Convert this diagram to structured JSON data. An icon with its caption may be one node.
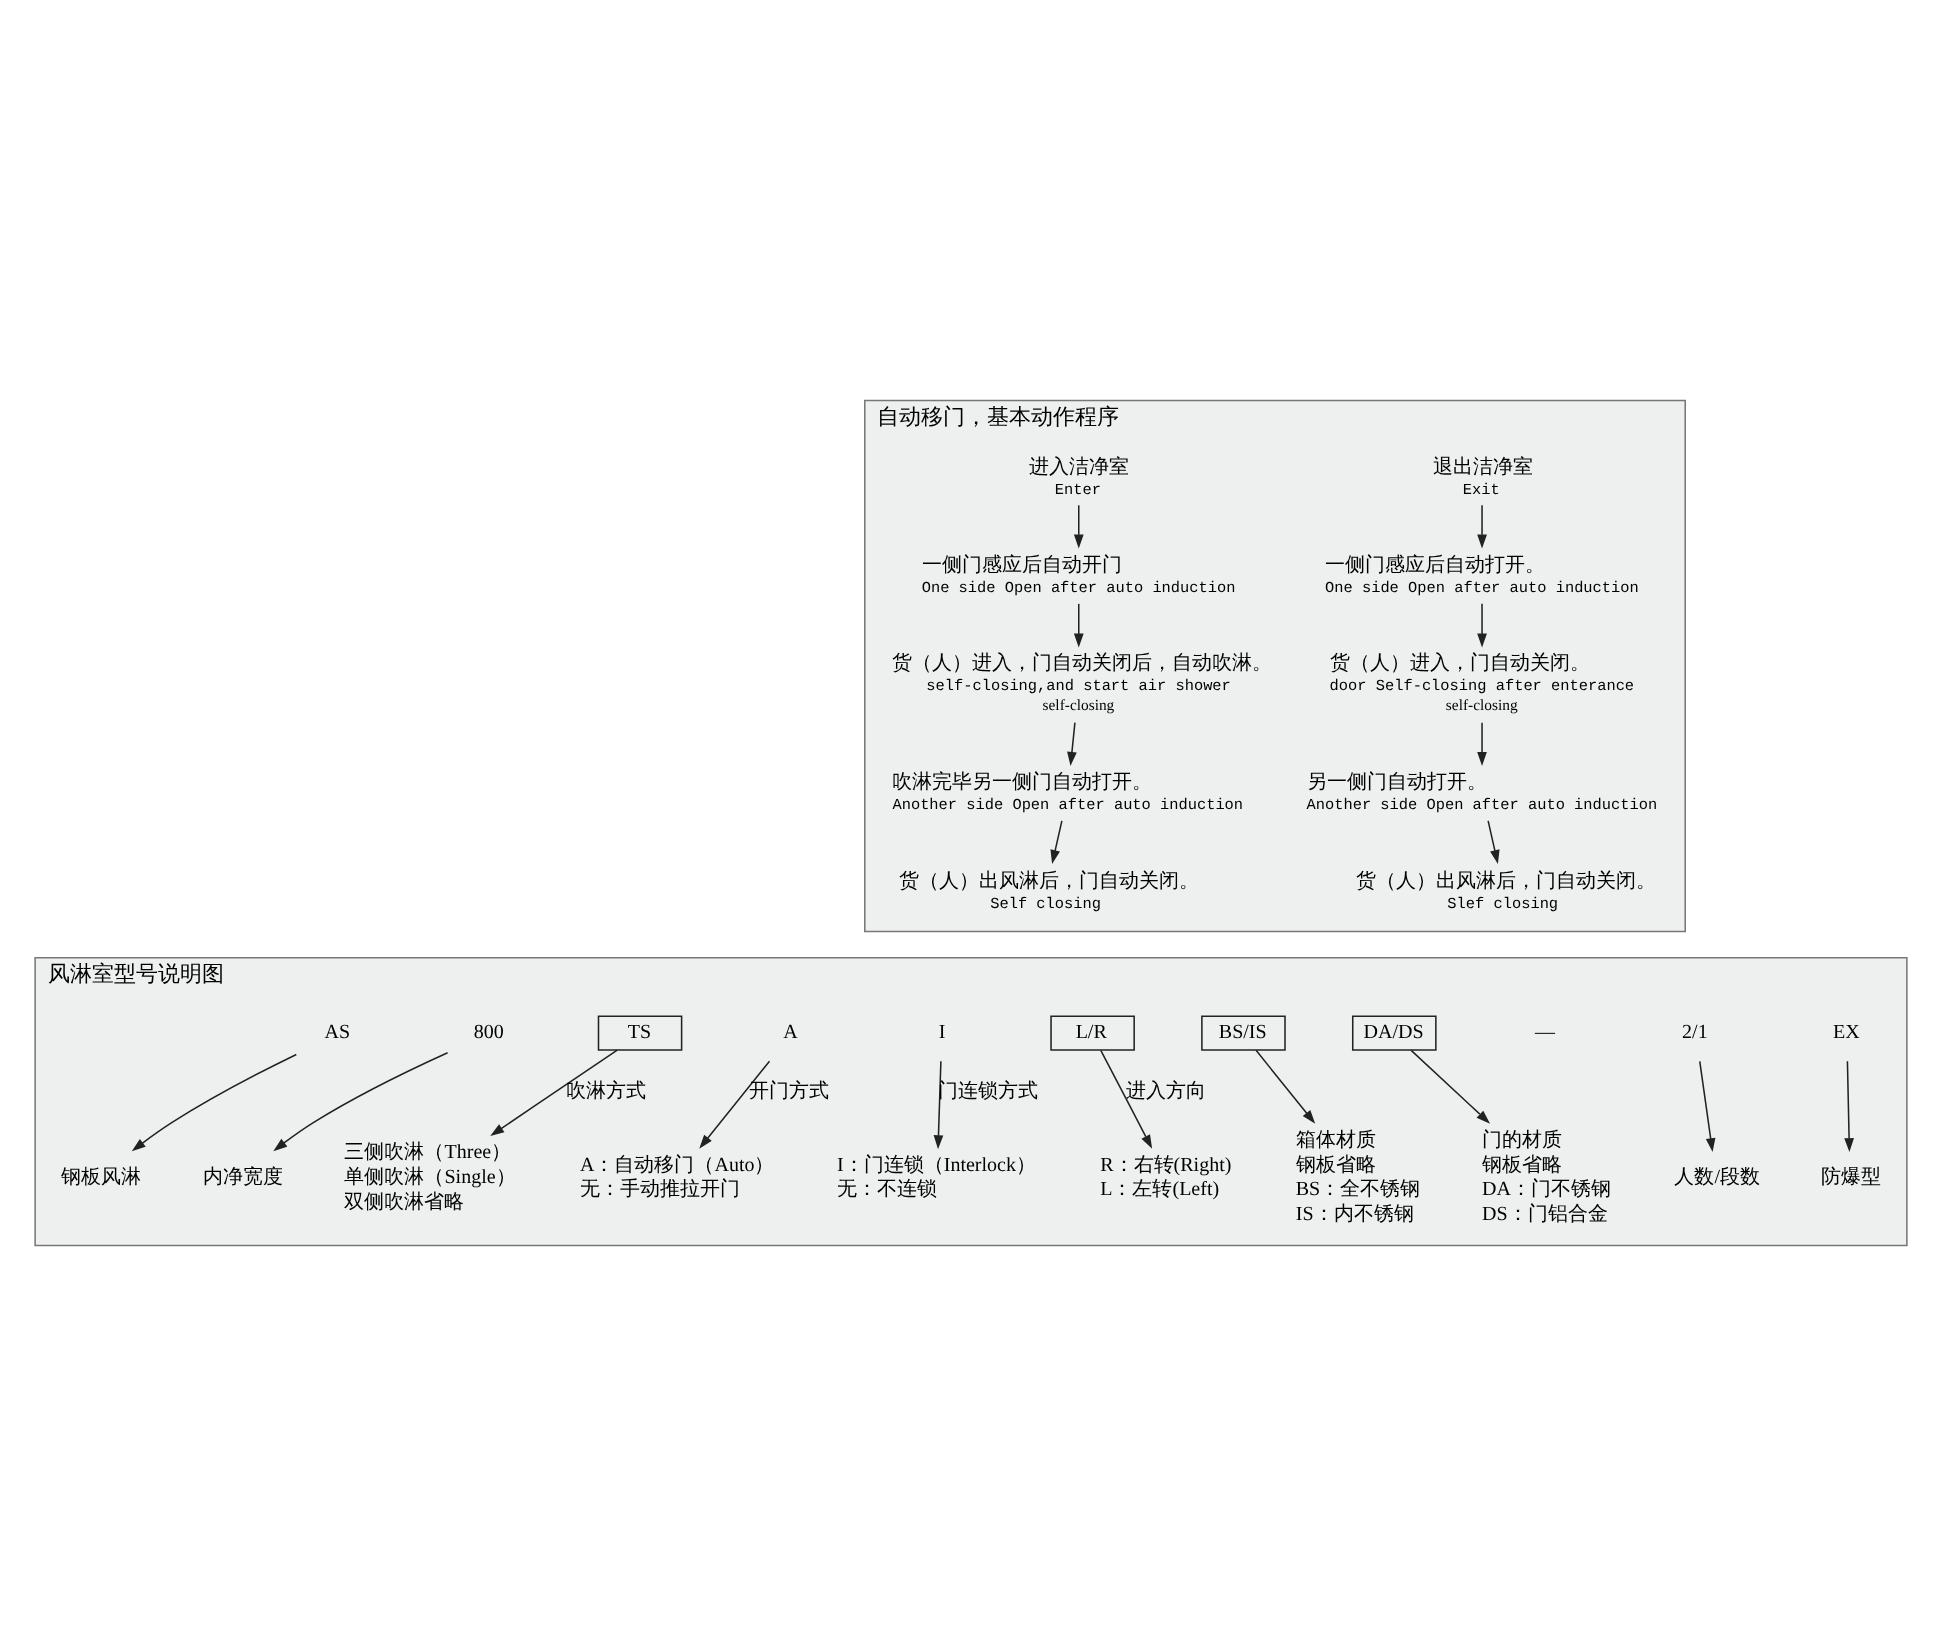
{
  "diagram": {
    "nodes": [
      {
        "text": [
          "自动移门，基本动作程序"
        ]
      },
      {
        "text": [
          "进入洁净室",
          "Enter"
        ],
        "in": 0
      },
      {
        "text": [
          "一侧门感应后自动开门",
          "One side Open after auto induction"
        ],
        "in": 0
      },
      {
        "text": [
          "货（人）进入，门自动关闭后，自动吹淋。",
          "self-closing,and start air shower"
        ],
        "beside": [
          "self-closing"
        ],
        "in": 0
      },
      {
        "text": [
          "吹淋完毕另一侧门自动打开。",
          "Another side Open after auto induction"
        ],
        "in": 0
      },
      {
        "text": [
          "货（人）出风淋后，门自动关闭。",
          "Self closing"
        ],
        "in": 0
      },
      {
        "text": [
          "退出洁净室",
          "Exit"
        ],
        "in": 0
      },
      {
        "text": [
          "一侧门感应后自动打开。",
          "One side Open after auto induction"
        ],
        "in": 0
      },
      {
        "text": [
          "货（人）进入，门自动关闭。",
          "door Self-closing after enterance"
        ],
        "beside": [
          "self-closing"
        ],
        "in": 0
      },
      {
        "text": [
          "另一侧门自动打开。",
          "Another side Open after auto induction"
        ],
        "in": 0
      },
      {
        "text": [
          "货（人）出风淋后，门自动关闭。",
          "Slef closing"
        ],
        "in": 0
      },
      {
        "text": [
          "风淋室型号说明图"
        ]
      },
      {
        "text": [
          "AS"
        ],
        "in": 11
      },
      {
        "text": [
          "800"
        ],
        "in": 11
      },
      {
        "text": [
          "TS"
        ],
        "in": 11
      },
      {
        "text": [
          "A"
        ],
        "in": 11
      },
      {
        "text": [
          "I"
        ],
        "in": 11
      },
      {
        "text": [
          "L/R"
        ],
        "in": 11
      },
      {
        "text": [
          "BS/IS"
        ],
        "in": 11
      },
      {
        "text": [
          "DA/DS"
        ],
        "in": 11
      },
      {
        "text": [
          "2/1"
        ],
        "in": 11
      },
      {
        "text": [
          "EX"
        ],
        "in": 11
      },
      {
        "text": [
          "钢板风淋"
        ],
        "in": 11
      },
      {
        "text": [
          "内净宽度"
        ],
        "in": 11
      },
      {
        "text": [
          "箱体材质",
          "钢板省略",
          "BS：全不锈钢",
          "IS：内不锈钢"
        ],
        "in": 11
      },
      {
        "text": [
          "门的材质",
          "钢板省略",
          "DA：门不锈钢",
          "DS：门铝合金"
        ],
        "in": 11
      },
      {
        "text": [
          "人数/段数"
        ],
        "in": 11
      },
      {
        "text": [
          "防爆型"
        ],
        "in": 11
      },
      {
        "text": [
          "三侧吹淋（Three）",
          "单侧吹淋（Single）",
          "双侧吹淋省略"
        ],
        "in": 11
      },
      {
        "text": [
          "A：自动移门（Auto）",
          "无：手动推拉开门"
        ],
        "in": 11
      },
      {
        "text": [
          "R：右转(Right)",
          "L：左转(Left)"
        ],
        "in": 11
      },
      {
        "text": [
          "I：门连锁（Interlock）",
          "无：不连锁"
        ],
        "in": 11
      }
    ],
    "edges": [
      {
        "from": 1,
        "to": 2,
        "arrow": "to"
      },
      {
        "from": 2,
        "to": 3,
        "arrow": "to"
      },
      {
        "from": 3,
        "to": 4,
        "arrow": "to"
      },
      {
        "from": 4,
        "to": 5,
        "arrow": "to"
      },
      {
        "from": 6,
        "to": 7,
        "arrow": "to"
      },
      {
        "from": 7,
        "to": 8,
        "arrow": "to"
      },
      {
        "from": 8,
        "to": 9,
        "arrow": "to"
      },
      {
        "from": 9,
        "to": 10,
        "arrow": "to"
      },
      {
        "from": 12,
        "to": 22,
        "arrow": "to"
      },
      {
        "from": 13,
        "to": 23,
        "arrow": "to"
      },
      {
        "from": 18,
        "to": 24,
        "arrow": "to"
      },
      {
        "from": 19,
        "to": 25,
        "arrow": "to"
      },
      {
        "from": 20,
        "to": 26,
        "arrow": "to"
      },
      {
        "from": 21,
        "to": 27,
        "arrow": "to"
      },
      {
        "from": 14,
        "to": 28,
        "arrow": "to",
        "label": "吹淋方式"
      },
      {
        "from": 15,
        "to": 29,
        "arrow": "to",
        "label": "开门方式"
      },
      {
        "from": 17,
        "to": 30,
        "arrow": "to",
        "label": "进入方向"
      },
      {
        "from": 16,
        "to": 31,
        "arrow": "to",
        "label": "门连锁方式"
      }
    ],
    "labels": [
      "—"
    ]
  }
}
